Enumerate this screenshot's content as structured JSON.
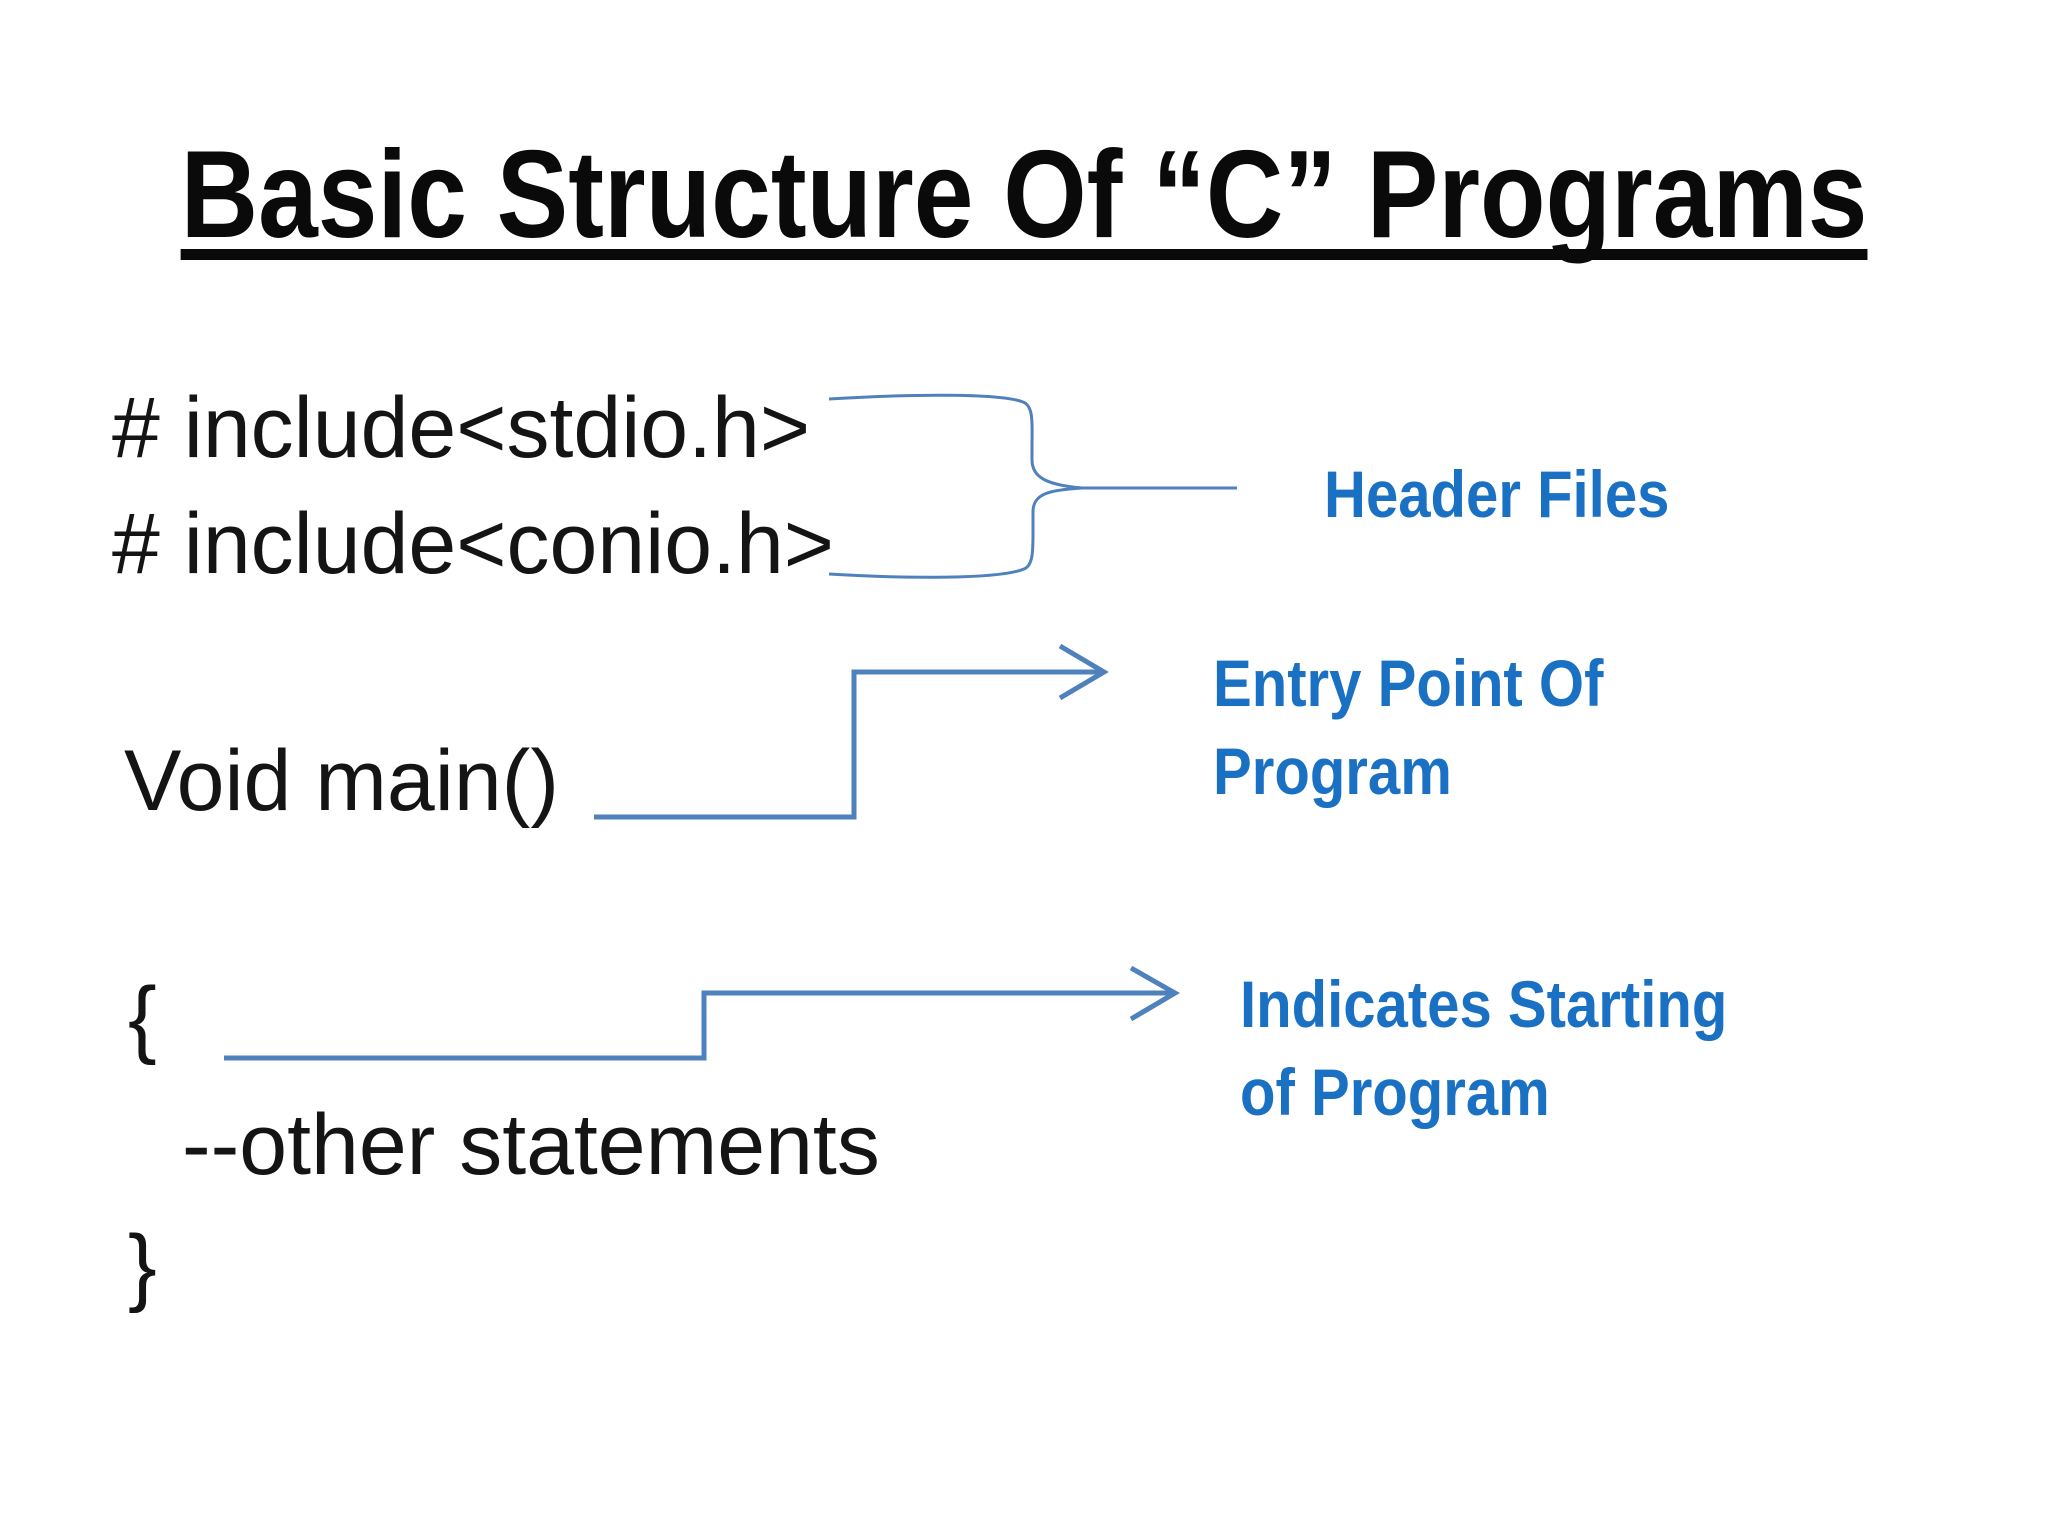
{
  "slide": {
    "title": "Basic Structure Of “C” Programs",
    "code_lines": [
      "# include<stdio.h>",
      "# include<conio.h>",
      "Void main()",
      "{",
      "--other statements",
      "}"
    ],
    "annotations": {
      "header_files": {
        "lines": [
          "Header Files"
        ]
      },
      "entry_point": {
        "lines": [
          "Entry Point Of",
          "Program"
        ]
      },
      "indicates_starting": {
        "lines": [
          "Indicates Starting",
          "of Program"
        ]
      }
    },
    "colors": {
      "title_text": "#0a0a0a",
      "code_text": "#141414",
      "annotation_text": "#1a70c2",
      "connector_line": "#4f81bd",
      "background": "#ffffff"
    }
  }
}
